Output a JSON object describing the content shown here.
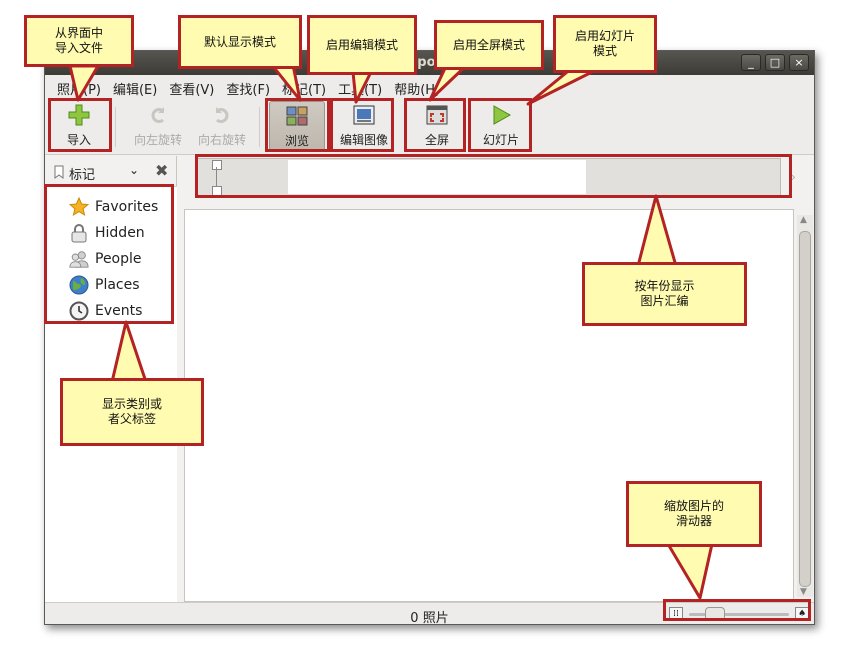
{
  "window": {
    "title": "pot",
    "buttons": [
      "_",
      "□",
      "×"
    ]
  },
  "menu": [
    "照片(P)",
    "编辑(E)",
    "查看(V)",
    "查找(F)",
    "标记(T)",
    "工具(T)",
    "帮助(H)"
  ],
  "toolbar": {
    "import": "导入",
    "rotate_left": "向左旋转",
    "rotate_right": "向右旋转",
    "browse": "浏览",
    "edit": "编辑图像",
    "fullscreen": "全屏",
    "slideshow": "幻灯片"
  },
  "sidebar": {
    "header": "标记",
    "tags": [
      "Favorites",
      "Hidden",
      "People",
      "Places",
      "Events"
    ]
  },
  "status": {
    "count": "0 照片",
    "zoom_level": 0.2
  },
  "callouts": {
    "import": "从界面中\n导入文件",
    "browse": "默认显示模式",
    "edit": "启用编辑模式",
    "fullscreen": "启用全屏模式",
    "slideshow": "启用幻灯片\n模式",
    "timeline": "按年份显示\n图片汇编",
    "tags": "显示类别或\n者父标签",
    "zoom": "缩放图片的\n滑动器"
  },
  "colors": {
    "callout_bg": "#fffbb0",
    "callout_border": "#b32323",
    "titlebar": "#3c3b37"
  }
}
